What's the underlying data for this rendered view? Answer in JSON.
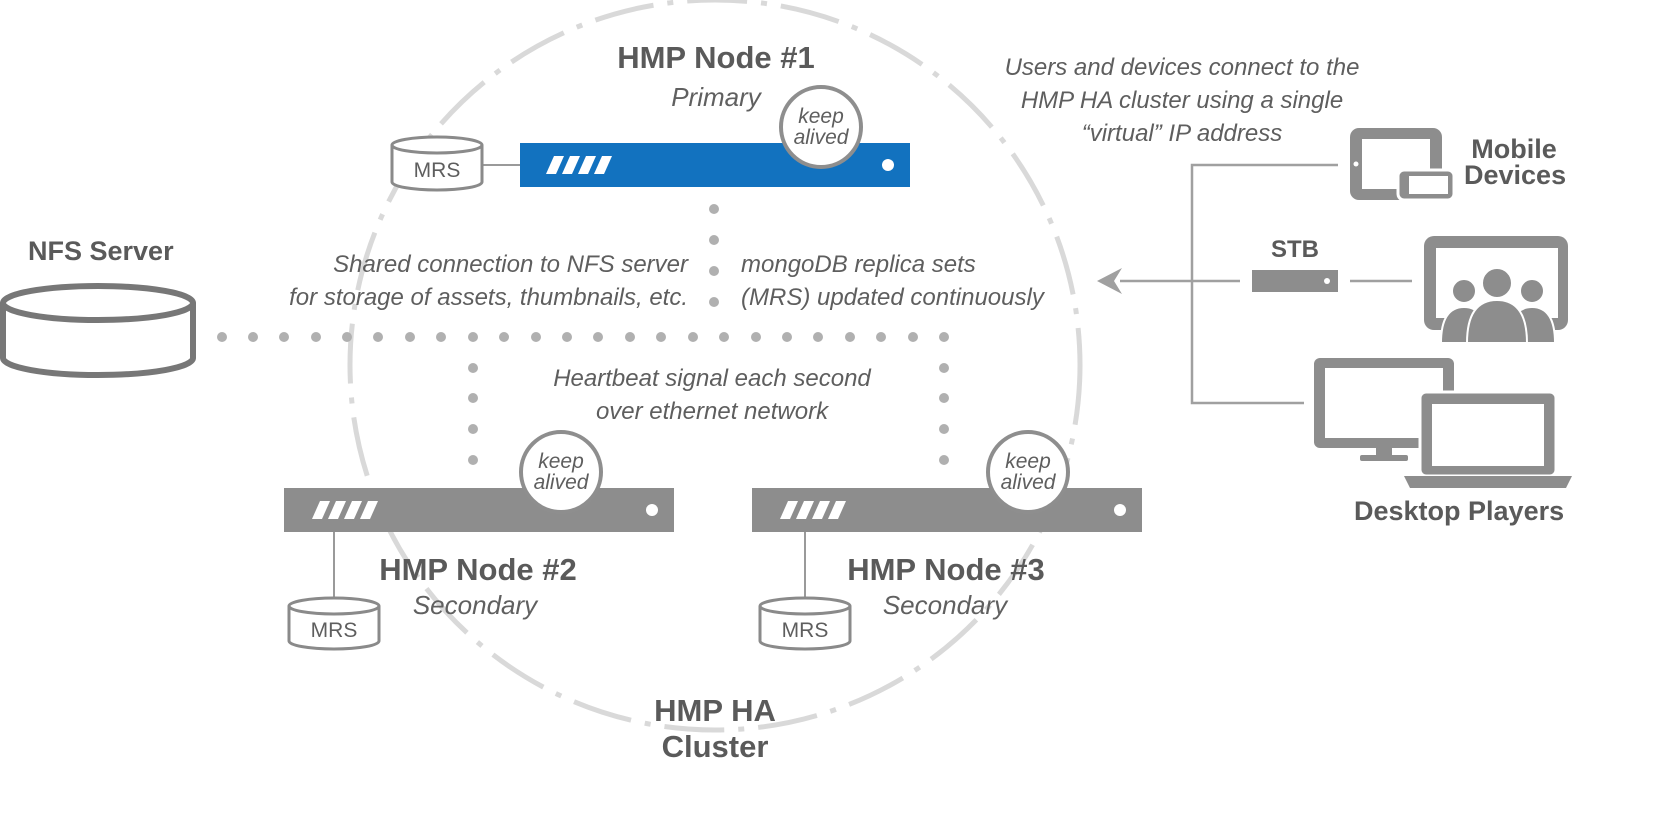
{
  "colors": {
    "primary_node": "#1272bf",
    "secondary_node": "#8d8d8d",
    "line": "#9a9a9a",
    "dots": "#b0b0b0",
    "cluster_ring": "#d9d9d9",
    "text": "#5a5a5a"
  },
  "cluster": {
    "title": "HMP HA Cluster",
    "line1": "HMP HA",
    "line2": "Cluster"
  },
  "nodes": [
    {
      "title": "HMP Node #1",
      "role": "Primary",
      "keepalive": [
        "keep",
        "alived"
      ],
      "db": "MRS"
    },
    {
      "title": "HMP Node #2",
      "role": "Secondary",
      "keepalive": [
        "keep",
        "alived"
      ],
      "db": "MRS"
    },
    {
      "title": "HMP Node #3",
      "role": "Secondary",
      "keepalive": [
        "keep",
        "alived"
      ],
      "db": "MRS"
    }
  ],
  "nfs": {
    "title": "NFS Server"
  },
  "notes": {
    "shared": "Shared connection to NFS server\nfor storage of assets, thumbnails, etc.",
    "mongo": "mongoDB replica sets\n(MRS) updated continuously",
    "heartbeat": "Heartbeat signal each second\nover ethernet network",
    "users": "Users and devices connect to the\nHMP HA cluster using a single\n“virtual” IP address"
  },
  "devices": {
    "mobile": "Mobile\nDevices",
    "mobile_line1": "Mobile",
    "mobile_line2": "Devices",
    "stb": "STB",
    "desktop": "Desktop Players"
  },
  "icons": [
    "database-icon",
    "server-icon",
    "tablet-icon",
    "phone-icon",
    "tv-icon",
    "people-icon",
    "monitor-icon",
    "laptop-icon",
    "arrow-left-icon"
  ]
}
